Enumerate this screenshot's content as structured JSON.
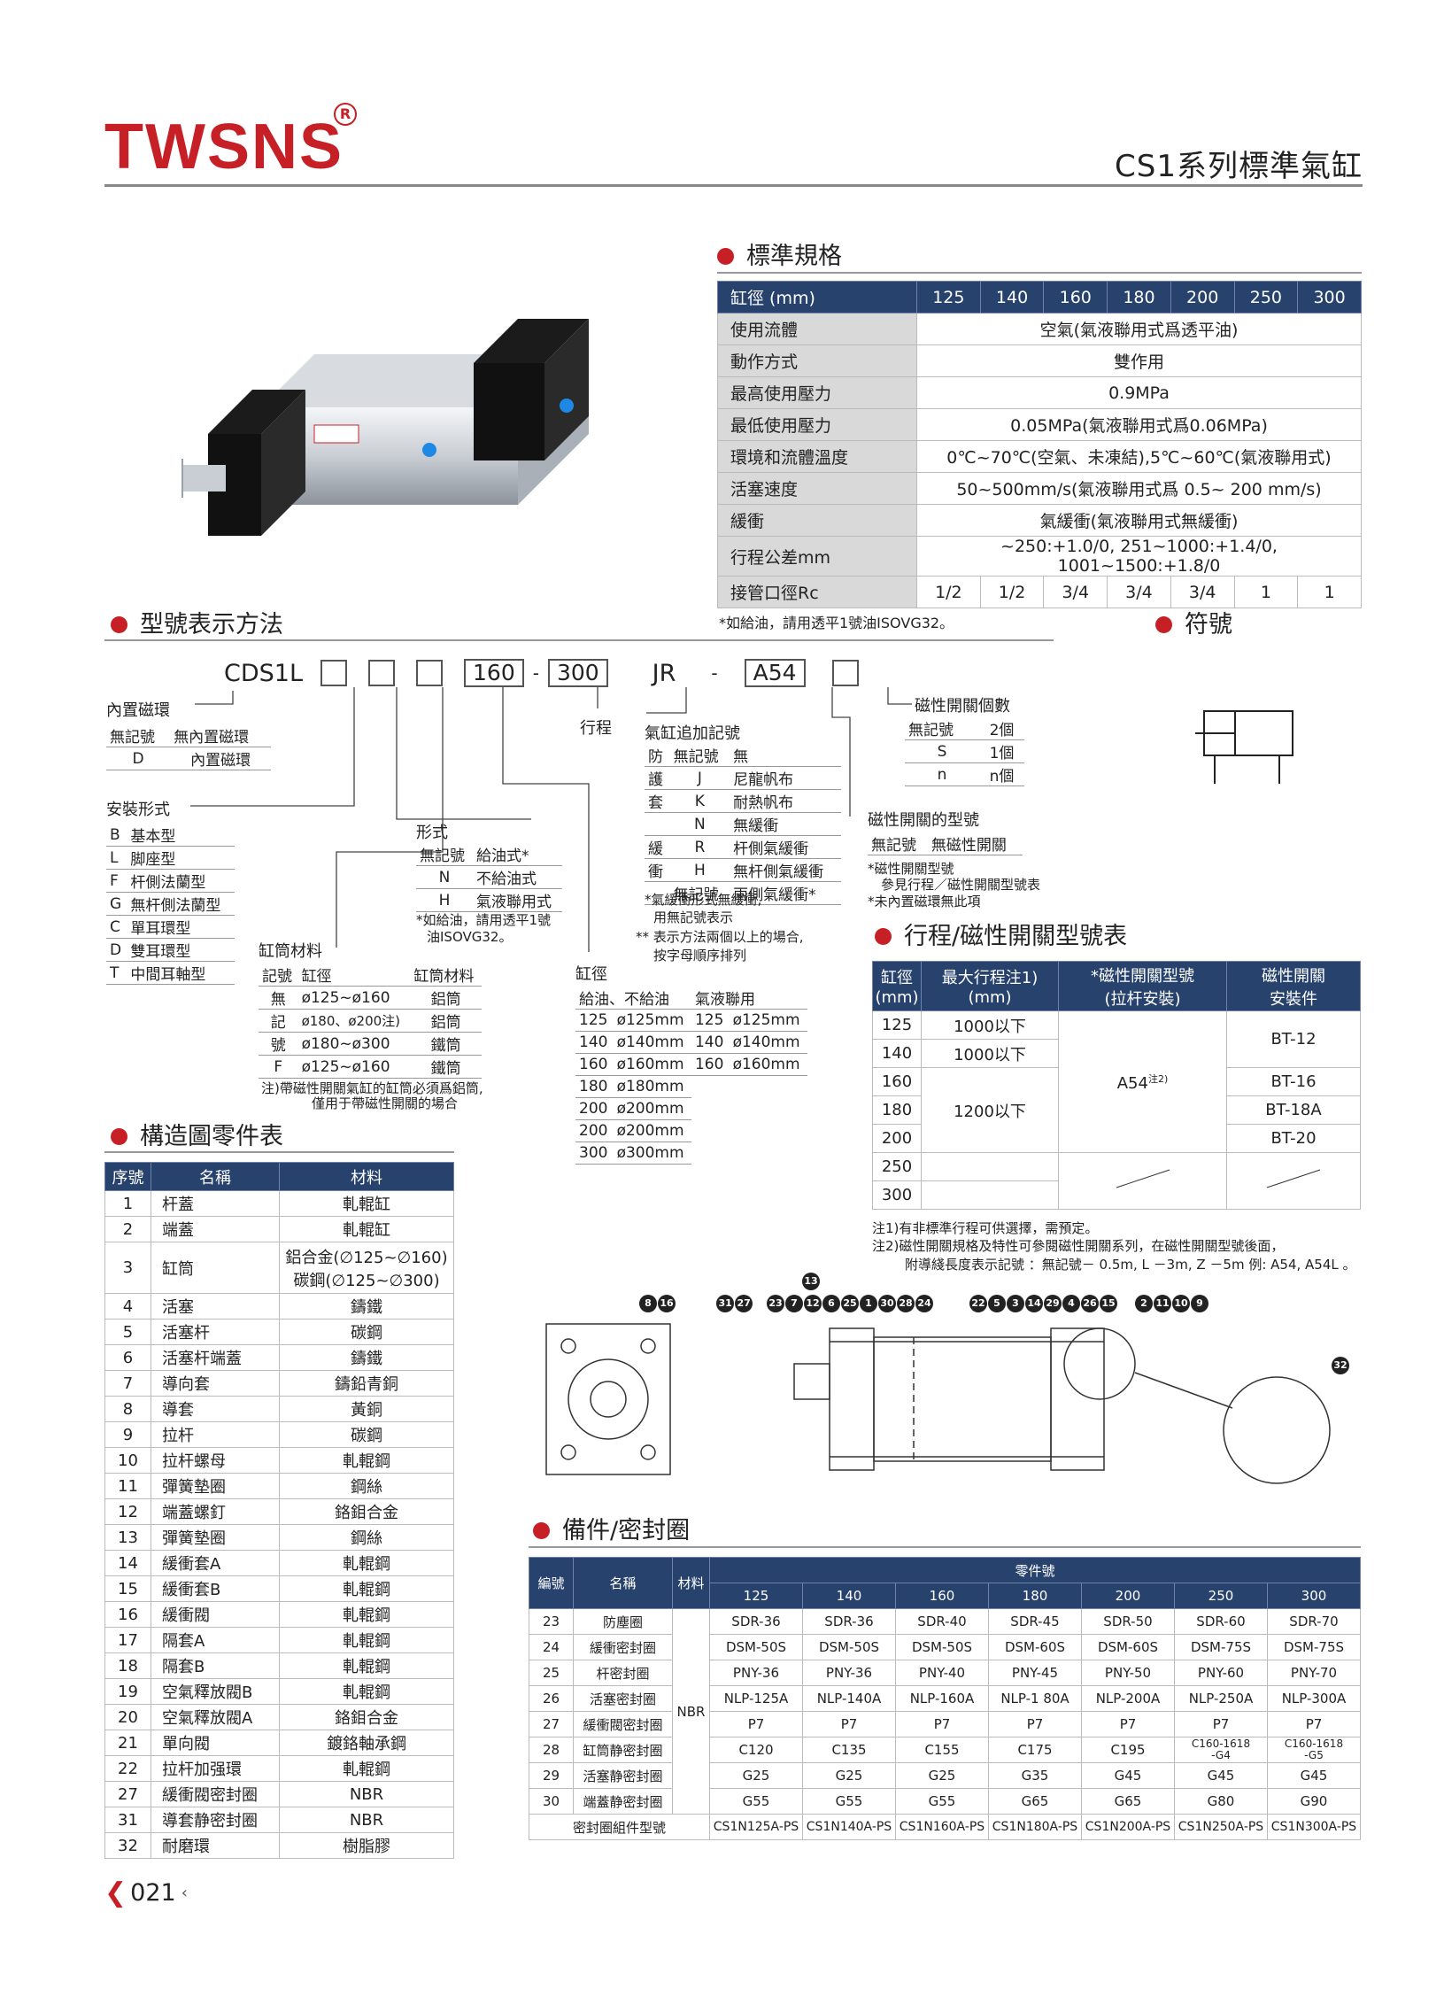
{
  "brand": {
    "name": "TWSNS",
    "reg": "R"
  },
  "page_title": "CS1系列標準氣缸",
  "page_number": "021",
  "colors": {
    "brand_red": "#c62026",
    "header_navy": "#28426e"
  },
  "spec": {
    "title": "標準規格",
    "bore_label": "缸徑 (mm)",
    "bores": [
      "125",
      "140",
      "160",
      "180",
      "200",
      "250",
      "300"
    ],
    "rows": [
      {
        "label": "使用流體",
        "value": "空氣(氣液聯用式爲透平油)"
      },
      {
        "label": "動作方式",
        "value": "雙作用"
      },
      {
        "label": "最高使用壓力",
        "value": "0.9MPa"
      },
      {
        "label": "最低使用壓力",
        "value": "0.05MPa(氣液聯用式爲0.06MPa)"
      },
      {
        "label": "環境和流體溫度",
        "value": "0℃~70℃(空氣、未凍結),5℃~60℃(氣液聯用式)"
      },
      {
        "label": "活塞速度",
        "value": "50~500mm/s(氣液聯用式爲 0.5~ 200 mm/s)"
      },
      {
        "label": "緩衝",
        "value": "氣緩衝(氣液聯用式無緩衝)"
      },
      {
        "label": "行程公差mm",
        "value": "~250:+1.0/0, 251~1000:+1.4/0, 1001~1500:+1.8/0"
      }
    ],
    "port_label": "接管口徑Rc",
    "port_values": [
      "1/2",
      "1/2",
      "3/4",
      "3/4",
      "3/4",
      "1",
      "1"
    ],
    "note": "*如給油，請用透平1號油ISOVG32。"
  },
  "model": {
    "title": "型號表示方法",
    "prefix": "CDS1L",
    "bore_example": "160",
    "stroke_example": "300",
    "suffix_example": "JR",
    "switch_example": "A54",
    "stroke_label": "行程",
    "magnet": {
      "title": "內置磁環",
      "rows": [
        [
          "無記號",
          "無內置磁環"
        ],
        [
          "D",
          "內置磁環"
        ]
      ]
    },
    "mount": {
      "title": "安裝形式",
      "rows": [
        [
          "B",
          "基本型"
        ],
        [
          "L",
          "脚座型"
        ],
        [
          "F",
          "杆側法蘭型"
        ],
        [
          "G",
          "無杆側法蘭型"
        ],
        [
          "C",
          "單耳環型"
        ],
        [
          "D",
          "雙耳環型"
        ],
        [
          "T",
          "中間耳軸型"
        ]
      ]
    },
    "form": {
      "title": "形式",
      "header": [
        "無記號",
        "給油式*"
      ],
      "rows": [
        [
          "N",
          "不給油式"
        ],
        [
          "H",
          "氣液聯用式"
        ]
      ],
      "note1": "*如給油，請用透平1號",
      "note2": "油ISOVG32。"
    },
    "tube": {
      "title": "缸筒材料",
      "header": [
        "記號",
        "缸徑",
        "缸筒材料"
      ],
      "rows": [
        [
          "無",
          "ø125~ø160",
          "鋁筒"
        ],
        [
          "記",
          "ø180、ø200注)",
          "鋁筒"
        ],
        [
          "號",
          "ø180~ø300",
          "鐵筒"
        ],
        [
          "F",
          "ø125~ø160",
          "鐵筒"
        ]
      ],
      "note1": "注)帶磁性開關氣缸的缸筒必須爲鋁筒,",
      "note2": "僅用于帶磁性開關的場合"
    },
    "bore": {
      "title": "缸徑",
      "header": [
        "給油、不給油",
        "氣液聯用"
      ],
      "rows": [
        [
          "125",
          "ø125mm",
          "125",
          "ø125mm"
        ],
        [
          "140",
          "ø140mm",
          "140",
          "ø140mm"
        ],
        [
          "160",
          "ø160mm",
          "160",
          "ø160mm"
        ],
        [
          "180",
          "ø180mm",
          "",
          ""
        ],
        [
          "200",
          "ø200mm",
          "",
          ""
        ],
        [
          "200",
          "ø200mm",
          "",
          ""
        ],
        [
          "300",
          "ø300mm",
          "",
          ""
        ]
      ]
    },
    "suffix": {
      "title": "氣缸追加記號",
      "rows": [
        [
          "防",
          "無記號",
          "無"
        ],
        [
          "護",
          "J",
          "尼龍帆布"
        ],
        [
          "套",
          "K",
          "耐熱帆布"
        ],
        [
          "",
          "N",
          "無緩衝"
        ],
        [
          "緩",
          "R",
          "杆側氣緩衝"
        ],
        [
          "衝",
          "H",
          "無杆側氣緩衝"
        ],
        [
          "",
          "無記號",
          "兩側氣緩衝*"
        ]
      ],
      "note1": "*氣緩衝形式無緩衝,",
      "note2": "用無記號表示",
      "note3": "** 表示方法兩個以上的場合,",
      "note4": "按字母順序排列"
    },
    "count": {
      "title": "磁性開關個數",
      "rows": [
        [
          "無記號",
          "2個"
        ],
        [
          "S",
          "1個"
        ],
        [
          "n",
          "n個"
        ]
      ]
    },
    "switch": {
      "title": "磁性開關的型號",
      "rows": [
        [
          "無記號",
          "無磁性開關"
        ]
      ],
      "note1": "*磁性開關型號",
      "note2": "參見行程／磁性開關型號表",
      "note3": "*未內置磁環無此項"
    }
  },
  "symbol": {
    "title": "符號"
  },
  "stroke_table": {
    "title": "行程/磁性開關型號表",
    "header": [
      "缸徑\n(mm)",
      "最大行程注1)\n(mm)",
      "*磁性開關型號\n(拉杆安裝)",
      "磁性開關\n安裝件"
    ],
    "bores": [
      "125",
      "140",
      "160",
      "180",
      "200",
      "250",
      "300"
    ],
    "strokes": [
      "1000以下",
      "1000以下",
      "1200以下"
    ],
    "switch_model": "A54",
    "switch_note": "注2)",
    "mounts": [
      "BT-12",
      "BT-16",
      "BT-18A",
      "BT-20"
    ],
    "note1": "注1)有非標準行程可供選擇，需預定。",
    "note2": "注2)磁性開關規格及特性可參閱磁性開關系列，在磁性開關型號後面，",
    "note3": "附導綫長度表示記號 ：無記號－ 0.5m, L －3m, Z －5m  例: A54, A54L 。"
  },
  "parts": {
    "title": "構造圖零件表",
    "header": [
      "序號",
      "名稱",
      "材料"
    ],
    "rows": [
      [
        "1",
        "杆蓋",
        "軋輥缸"
      ],
      [
        "2",
        "端蓋",
        "軋輥缸"
      ],
      [
        "3",
        "缸筒",
        "鋁合金(∅125~∅160)\n碳鋼(∅125~∅300)"
      ],
      [
        "4",
        "活塞",
        "鑄鐵"
      ],
      [
        "5",
        "活塞杆",
        "碳鋼"
      ],
      [
        "6",
        "活塞杆端蓋",
        "鑄鐵"
      ],
      [
        "7",
        "導向套",
        "鑄鉛青銅"
      ],
      [
        "8",
        "導套",
        "黃銅"
      ],
      [
        "9",
        "拉杆",
        "碳鋼"
      ],
      [
        "10",
        "拉杆螺母",
        "軋輥鋼"
      ],
      [
        "11",
        "彈簧墊圈",
        "鋼絲"
      ],
      [
        "12",
        "端蓋螺釘",
        "鉻鉬合金"
      ],
      [
        "13",
        "彈簧墊圈",
        "鋼絲"
      ],
      [
        "14",
        "緩衝套A",
        "軋輥鋼"
      ],
      [
        "15",
        "緩衝套B",
        "軋輥鋼"
      ],
      [
        "16",
        "緩衝閥",
        "軋輥鋼"
      ],
      [
        "17",
        "隔套A",
        "軋輥鋼"
      ],
      [
        "18",
        "隔套B",
        "軋輥鋼"
      ],
      [
        "19",
        "空氣釋放閥B",
        "軋輥鋼"
      ],
      [
        "20",
        "空氣釋放閥A",
        "鉻鉬合金"
      ],
      [
        "21",
        "單向閥",
        "鍍鉻軸承鋼"
      ],
      [
        "22",
        "拉杆加强環",
        "軋輥鋼"
      ],
      [
        "27",
        "緩衝閥密封圈",
        "NBR"
      ],
      [
        "31",
        "導套静密封圈",
        "NBR"
      ],
      [
        "32",
        "耐磨環",
        "樹脂膠"
      ]
    ]
  },
  "callouts": {
    "left": [
      "8",
      "16",
      "31",
      "27"
    ],
    "mid_top": "13",
    "mid": [
      "23",
      "7",
      "12",
      "6",
      "25",
      "1",
      "30",
      "28",
      "24"
    ],
    "right": [
      "22",
      "5",
      "3",
      "14",
      "29",
      "4",
      "26",
      "15"
    ],
    "far": [
      "2",
      "11",
      "10",
      "9"
    ],
    "detail": "32"
  },
  "seals": {
    "title": "備件/密封圈",
    "header_no": "編號",
    "header_name": "名稱",
    "header_mat": "材料",
    "header_part": "零件號",
    "bores": [
      "125",
      "140",
      "160",
      "180",
      "200",
      "250",
      "300"
    ],
    "material": "NBR",
    "rows": [
      [
        "23",
        "防塵圈",
        "SDR-36",
        "SDR-36",
        "SDR-40",
        "SDR-45",
        "SDR-50",
        "SDR-60",
        "SDR-70"
      ],
      [
        "24",
        "緩衝密封圈",
        "DSM-50S",
        "DSM-50S",
        "DSM-50S",
        "DSM-60S",
        "DSM-60S",
        "DSM-75S",
        "DSM-75S"
      ],
      [
        "25",
        "杆密封圈",
        "PNY-36",
        "PNY-36",
        "PNY-40",
        "PNY-45",
        "PNY-50",
        "PNY-60",
        "PNY-70"
      ],
      [
        "26",
        "活塞密封圈",
        "NLP-125A",
        "NLP-140A",
        "NLP-160A",
        "NLP-1 80A",
        "NLP-200A",
        "NLP-250A",
        "NLP-300A"
      ],
      [
        "27",
        "緩衝閥密封圈",
        "P7",
        "P7",
        "P7",
        "P7",
        "P7",
        "P7",
        "P7"
      ],
      [
        "28",
        "缸筒静密封圈",
        "C120",
        "C135",
        "C155",
        "C175",
        "C195",
        "C160-1618\n-G4",
        "C160-1618\n-G5"
      ],
      [
        "29",
        "活塞静密封圈",
        "G25",
        "G25",
        "G25",
        "G35",
        "G45",
        "G45",
        "G45"
      ],
      [
        "30",
        "端蓋静密封圈",
        "G55",
        "G55",
        "G55",
        "G65",
        "G65",
        "G80",
        "G90"
      ]
    ],
    "kit_label": "密封圈組件型號",
    "kits": [
      "CS1N125A-PS",
      "CS1N140A-PS",
      "CS1N160A-PS",
      "CS1N180A-PS",
      "CS1N200A-PS",
      "CS1N250A-PS",
      "CS1N300A-PS"
    ]
  }
}
